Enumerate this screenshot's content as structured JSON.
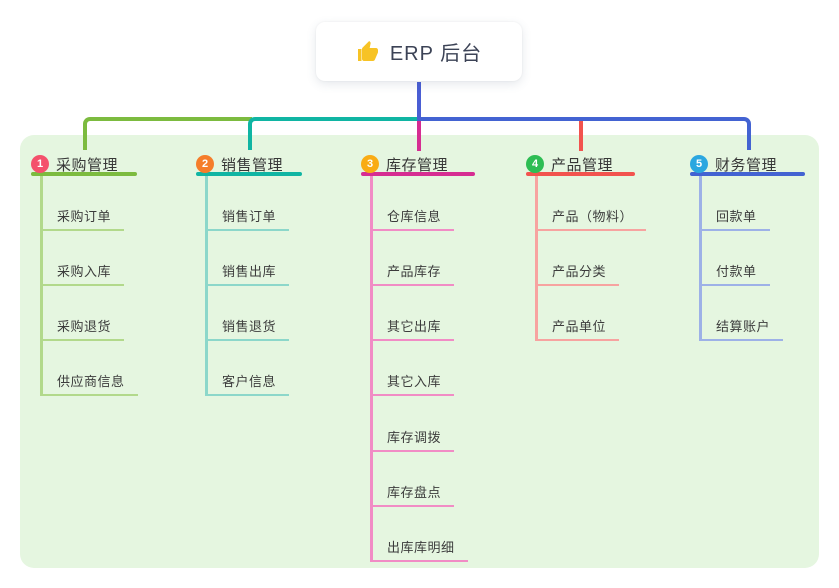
{
  "root": {
    "title": "ERP 后台",
    "icon": "thumbs-up-icon",
    "icon_color": "#f7c325"
  },
  "colors": {
    "canvas": "#ffffff",
    "panel": "#e5f6e0",
    "stem": "#4a5ed4"
  },
  "branches": [
    {
      "badge": "1",
      "label": "采购管理",
      "badge_color": "#f4516c",
      "line_color": "#7cbb3f",
      "child_line_color": "#b2d98b",
      "children": [
        "采购订单",
        "采购入库",
        "采购退货",
        "供应商信息"
      ]
    },
    {
      "badge": "2",
      "label": "销售管理",
      "badge_color": "#f57d2a",
      "line_color": "#10b5a3",
      "child_line_color": "#8cd7ca",
      "children": [
        "销售订单",
        "销售出库",
        "销售退货",
        "客户信息"
      ]
    },
    {
      "badge": "3",
      "label": "库存管理",
      "badge_color": "#f9ac14",
      "line_color": "#d62d92",
      "child_line_color": "#f18cc5",
      "children": [
        "仓库信息",
        "产品库存",
        "其它出库",
        "其它入库",
        "库存调拨",
        "库存盘点",
        "出库库明细"
      ]
    },
    {
      "badge": "4",
      "label": "产品管理",
      "badge_color": "#2dbd53",
      "line_color": "#f2534e",
      "child_line_color": "#f7a3a0",
      "children": [
        "产品（物料）",
        "产品分类",
        "产品单位"
      ]
    },
    {
      "badge": "5",
      "label": "财务管理",
      "badge_color": "#2ba7e0",
      "line_color": "#4363d2",
      "child_line_color": "#9db1e7",
      "children": [
        "回款单",
        "付款单",
        "结算账户"
      ]
    }
  ]
}
